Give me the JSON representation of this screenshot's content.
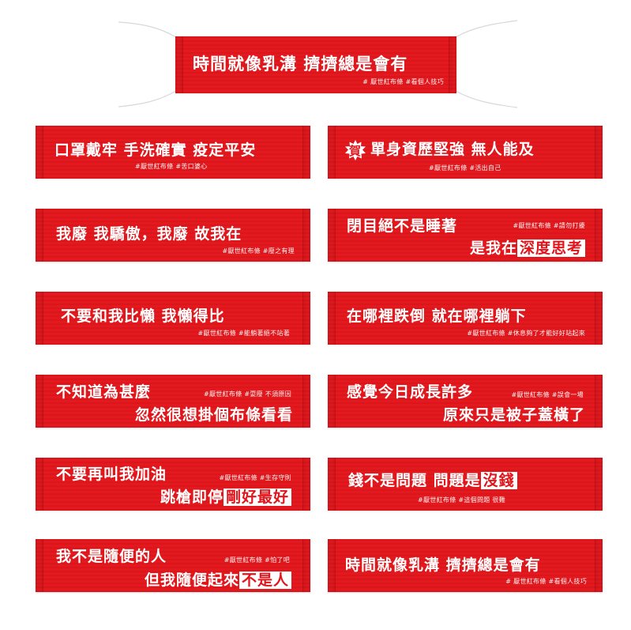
{
  "colors": {
    "banner_red": "#e1151b",
    "text_white": "#ffffff",
    "background": "#ffffff"
  },
  "hero_banner": {
    "main": "時間就像乳溝 擠擠總是會有",
    "tags": "# 厭世紅布條  #看個人技巧"
  },
  "banners": [
    {
      "line1": "口罩戴牢 手洗確實 疫定平安",
      "tags": "#厭世紅布條  #苦口婆心"
    },
    {
      "badge": "賀",
      "line1": "單身資歷堅強 無人能及",
      "tags": "#厭世紅布條  #活出自己"
    },
    {
      "line1": "我廢 我驕傲，我廢 故我在",
      "tags": "#厭世紅布條  #廢之有理"
    },
    {
      "line1": "閉目絕不是睡著",
      "line2_plain": "是我在",
      "line2_highlight": "深度思考",
      "tags": "#厭世紅布條  #請勿打擾"
    },
    {
      "line1": "不要和我比懶 我懶得比",
      "tags": "#厭世紅布條  #能躺著絕不站著"
    },
    {
      "line1": "在哪裡跌倒 就在哪裡躺下",
      "tags": "#厭世紅布條  #休息夠了才能好好站起來"
    },
    {
      "line1": "不知道為甚麼",
      "line2_plain": "忽然很想掛個布條看看",
      "tags": "#厭世紅布條  #耍廢 不須原因"
    },
    {
      "line1": "感覺今日成長許多",
      "line2_plain": "原來只是被子蓋橫了",
      "tags": "#厭世紅布條  #誤會一場"
    },
    {
      "line1": "不要再叫我加油",
      "line2_plain": "跳槍即停",
      "line2_highlight": "剛好最好",
      "tags": "#厭世紅布條  #生存守則"
    },
    {
      "line1_plain": "錢不是問題 問題是",
      "line1_highlight": "沒錢",
      "tags": "#厭世紅布條  #這個問題 很難"
    },
    {
      "line1": "我不是隨便的人",
      "line2_plain": "但我隨便起來",
      "line2_highlight": "不是人",
      "tags": "#厭世紅布條  #怕了吧"
    },
    {
      "line1": "時間就像乳溝 擠擠總是會有",
      "tags": "# 厭世紅布條  #看個人技巧"
    }
  ]
}
